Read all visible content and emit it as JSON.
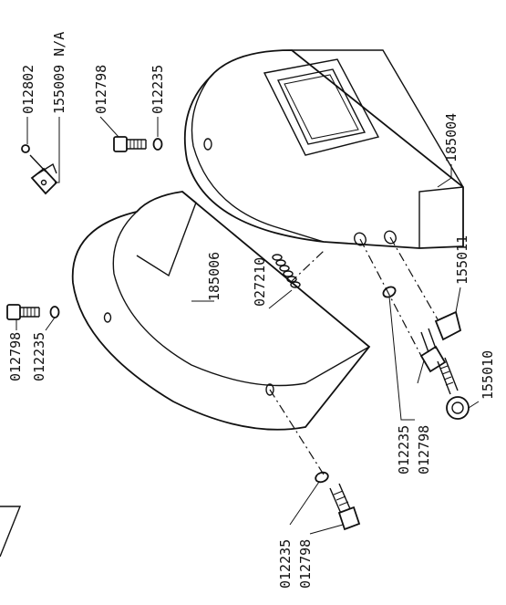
{
  "labels": {
    "p012802": "012802",
    "p155009": "155009 N/A",
    "p012798_top_right": "012798",
    "p012235_top_right": "012235",
    "p185004": "185004",
    "p185006": "185006",
    "p027210": "027210",
    "p012798_mid": "012798",
    "p012235_mid": "012235",
    "p155011": "155011",
    "p155010": "155010",
    "p012235_lower": "012235",
    "p012798_lower": "012798",
    "p012235_bottom": "012235",
    "p012798_bottom": "012798"
  }
}
